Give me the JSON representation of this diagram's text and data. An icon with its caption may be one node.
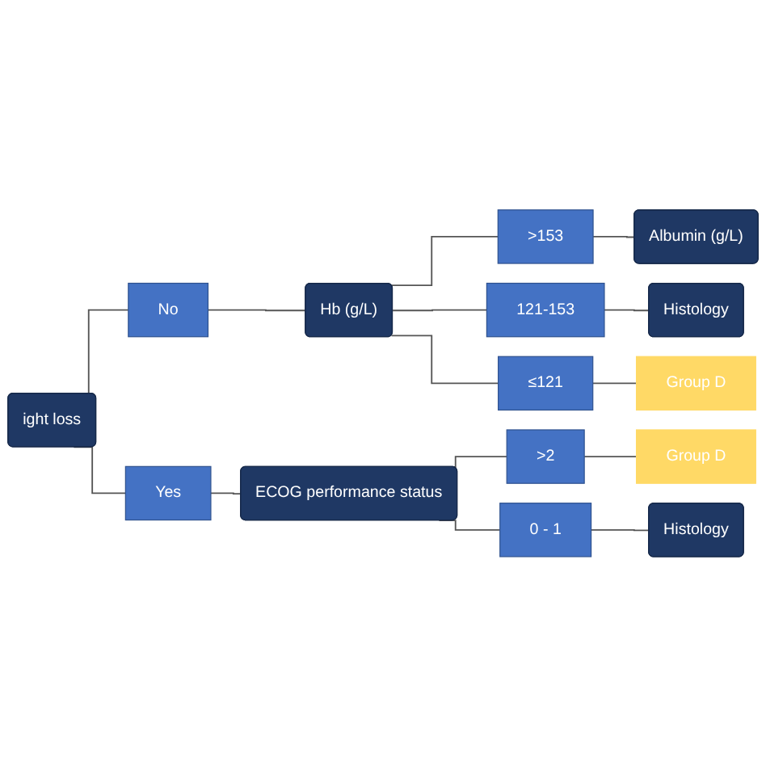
{
  "diagram": {
    "nodes": [
      {
        "text": [
          "ight loss"
        ]
      },
      {
        "text": [
          "No"
        ]
      },
      {
        "text": [
          "Hb (g/L)"
        ]
      },
      {
        "text": [
          ">153"
        ]
      },
      {
        "text": [
          "Albumin (g/L)"
        ]
      },
      {
        "text": [
          "121-153"
        ]
      },
      {
        "text": [
          "Histology"
        ]
      },
      {
        "text": [
          "≤121"
        ]
      },
      {
        "text": [
          "Group D"
        ]
      },
      {
        "text": [
          "Yes"
        ]
      },
      {
        "text": [
          "ECOG performance status"
        ]
      },
      {
        "text": [
          ">2"
        ]
      },
      {
        "text": [
          "Group D"
        ]
      },
      {
        "text": [
          "0 - 1"
        ]
      },
      {
        "text": [
          "Histology"
        ]
      }
    ],
    "edges": [
      {
        "from": 0,
        "to": 1,
        "arrow": "none"
      },
      {
        "from": 1,
        "to": 2,
        "arrow": "none"
      },
      {
        "from": 2,
        "to": 3,
        "arrow": "none"
      },
      {
        "from": 2,
        "to": 5,
        "arrow": "none"
      },
      {
        "from": 2,
        "to": 7,
        "arrow": "none"
      },
      {
        "from": 3,
        "to": 4,
        "arrow": "none"
      },
      {
        "from": 5,
        "to": 6,
        "arrow": "none"
      },
      {
        "from": 7,
        "to": 8,
        "arrow": "none"
      },
      {
        "from": 0,
        "to": 9,
        "arrow": "none"
      },
      {
        "from": 9,
        "to": 10,
        "arrow": "none"
      },
      {
        "from": 10,
        "to": 11,
        "arrow": "none"
      },
      {
        "from": 10,
        "to": 13,
        "arrow": "none"
      },
      {
        "from": 11,
        "to": 12,
        "arrow": "none"
      },
      {
        "from": 13,
        "to": 14,
        "arrow": "none"
      }
    ]
  }
}
